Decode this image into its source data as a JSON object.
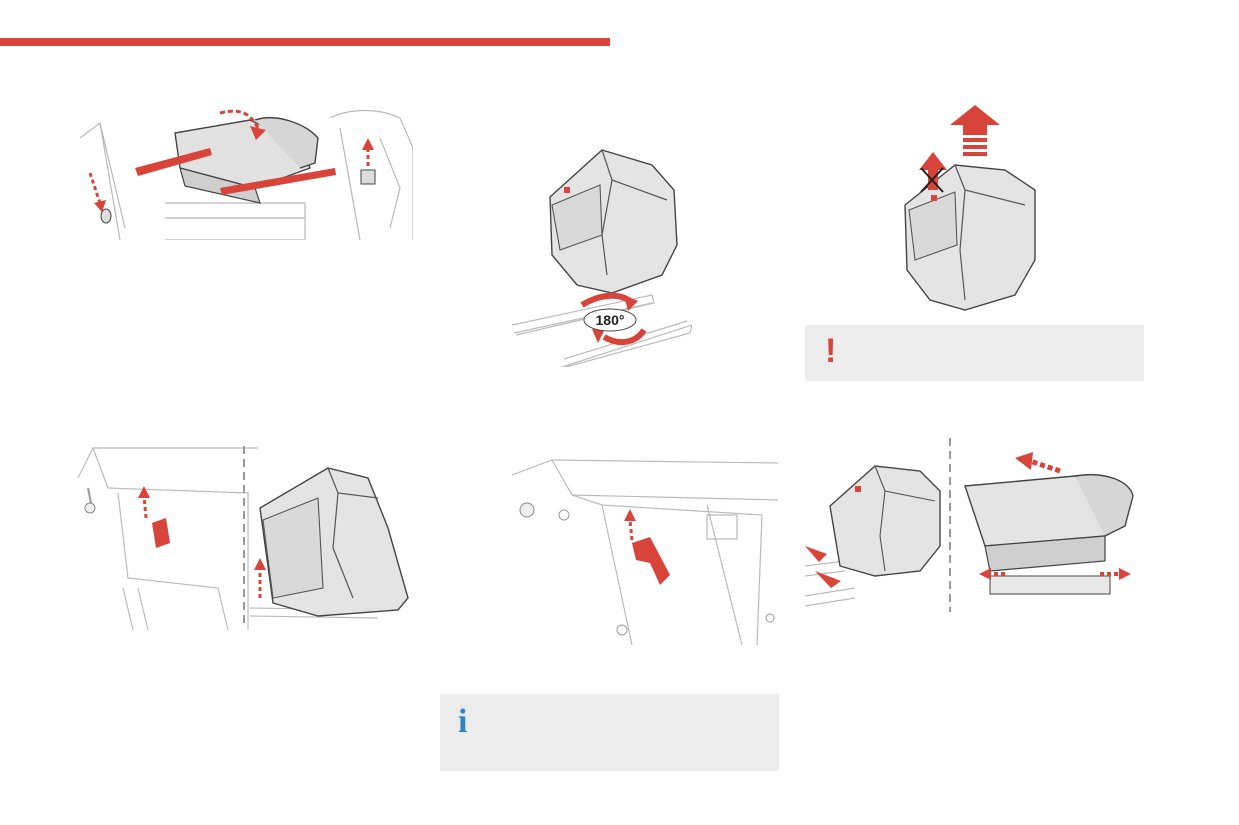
{
  "page": {
    "header_bar_color": "#d8433a",
    "accent_red": "#d8433a",
    "info_blue": "#2e86c8",
    "notice_bg": "#ececec"
  },
  "figures": [
    {
      "id": "fig-1",
      "subject": "seat-unlock-lever-and-strap"
    },
    {
      "id": "fig-2",
      "subject": "seat-rotate-on-rails",
      "label": "180°"
    },
    {
      "id": "fig-3",
      "subject": "seat-lift-off-rails"
    },
    {
      "id": "fig-4",
      "subject": "rail-locking-lever-and-folded-seat"
    },
    {
      "id": "fig-5",
      "subject": "rail-locking-lever"
    },
    {
      "id": "fig-6",
      "subject": "seat-reposition-on-rails"
    }
  ],
  "warning_box": {
    "icon": "exclamation-icon",
    "glyph": "!"
  },
  "info_box": {
    "icon": "info-icon",
    "glyph": "i"
  }
}
